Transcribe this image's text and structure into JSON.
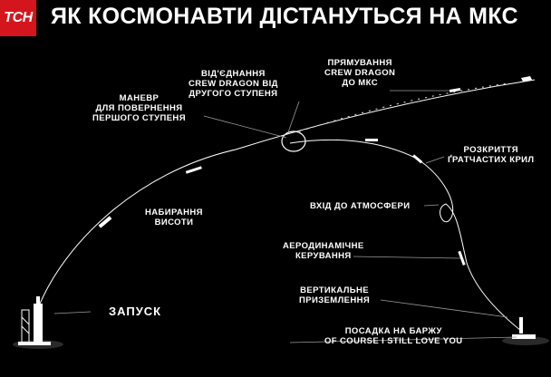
{
  "brand": {
    "logo_text": "ТСН",
    "logo_color": "#d4151d"
  },
  "title": "ЯК КОСМОНАВТИ ДІСТАНУТЬСЯ НА МКС",
  "colors": {
    "background": "#000000",
    "line": "#ffffff",
    "leader": "#9a9a9a"
  },
  "stages": [
    {
      "id": "launch",
      "lines": [
        "ЗАПУСК"
      ]
    },
    {
      "id": "climb",
      "lines": [
        "НАБИРАННЯ",
        "ВИСОТИ"
      ]
    },
    {
      "id": "boostback",
      "lines": [
        "МАНЕВР",
        "ДЛЯ ПОВЕРНЕННЯ",
        "ПЕРШОГО СТУПЕНЯ"
      ]
    },
    {
      "id": "separation",
      "lines": [
        "ВІД'ЄДНАННЯ",
        "CREW DRAGON ВІД",
        "ДРУГОГО СТУПЕНЯ"
      ]
    },
    {
      "id": "to-iss",
      "lines": [
        "ПРЯМУВАННЯ",
        "CREW DRAGON",
        "ДО МКС"
      ]
    },
    {
      "id": "grid-fins",
      "lines": [
        "РОЗКРИТТЯ",
        "ҐРАТЧАСТИХ КРИЛ"
      ]
    },
    {
      "id": "reentry",
      "lines": [
        "ВХІД ДО АТМОСФЕРИ"
      ]
    },
    {
      "id": "aero",
      "lines": [
        "АЕРОДИНАМІЧНЕ",
        "КЕРУВАННЯ"
      ]
    },
    {
      "id": "landing",
      "lines": [
        "ВЕРТИКАЛЬНЕ",
        "ПРИЗЕМЛЕННЯ"
      ]
    },
    {
      "id": "barge",
      "lines": [
        "ПОСАДКА НА БАРЖУ",
        "OF COURSE I STILL LOVE YOU"
      ]
    }
  ]
}
